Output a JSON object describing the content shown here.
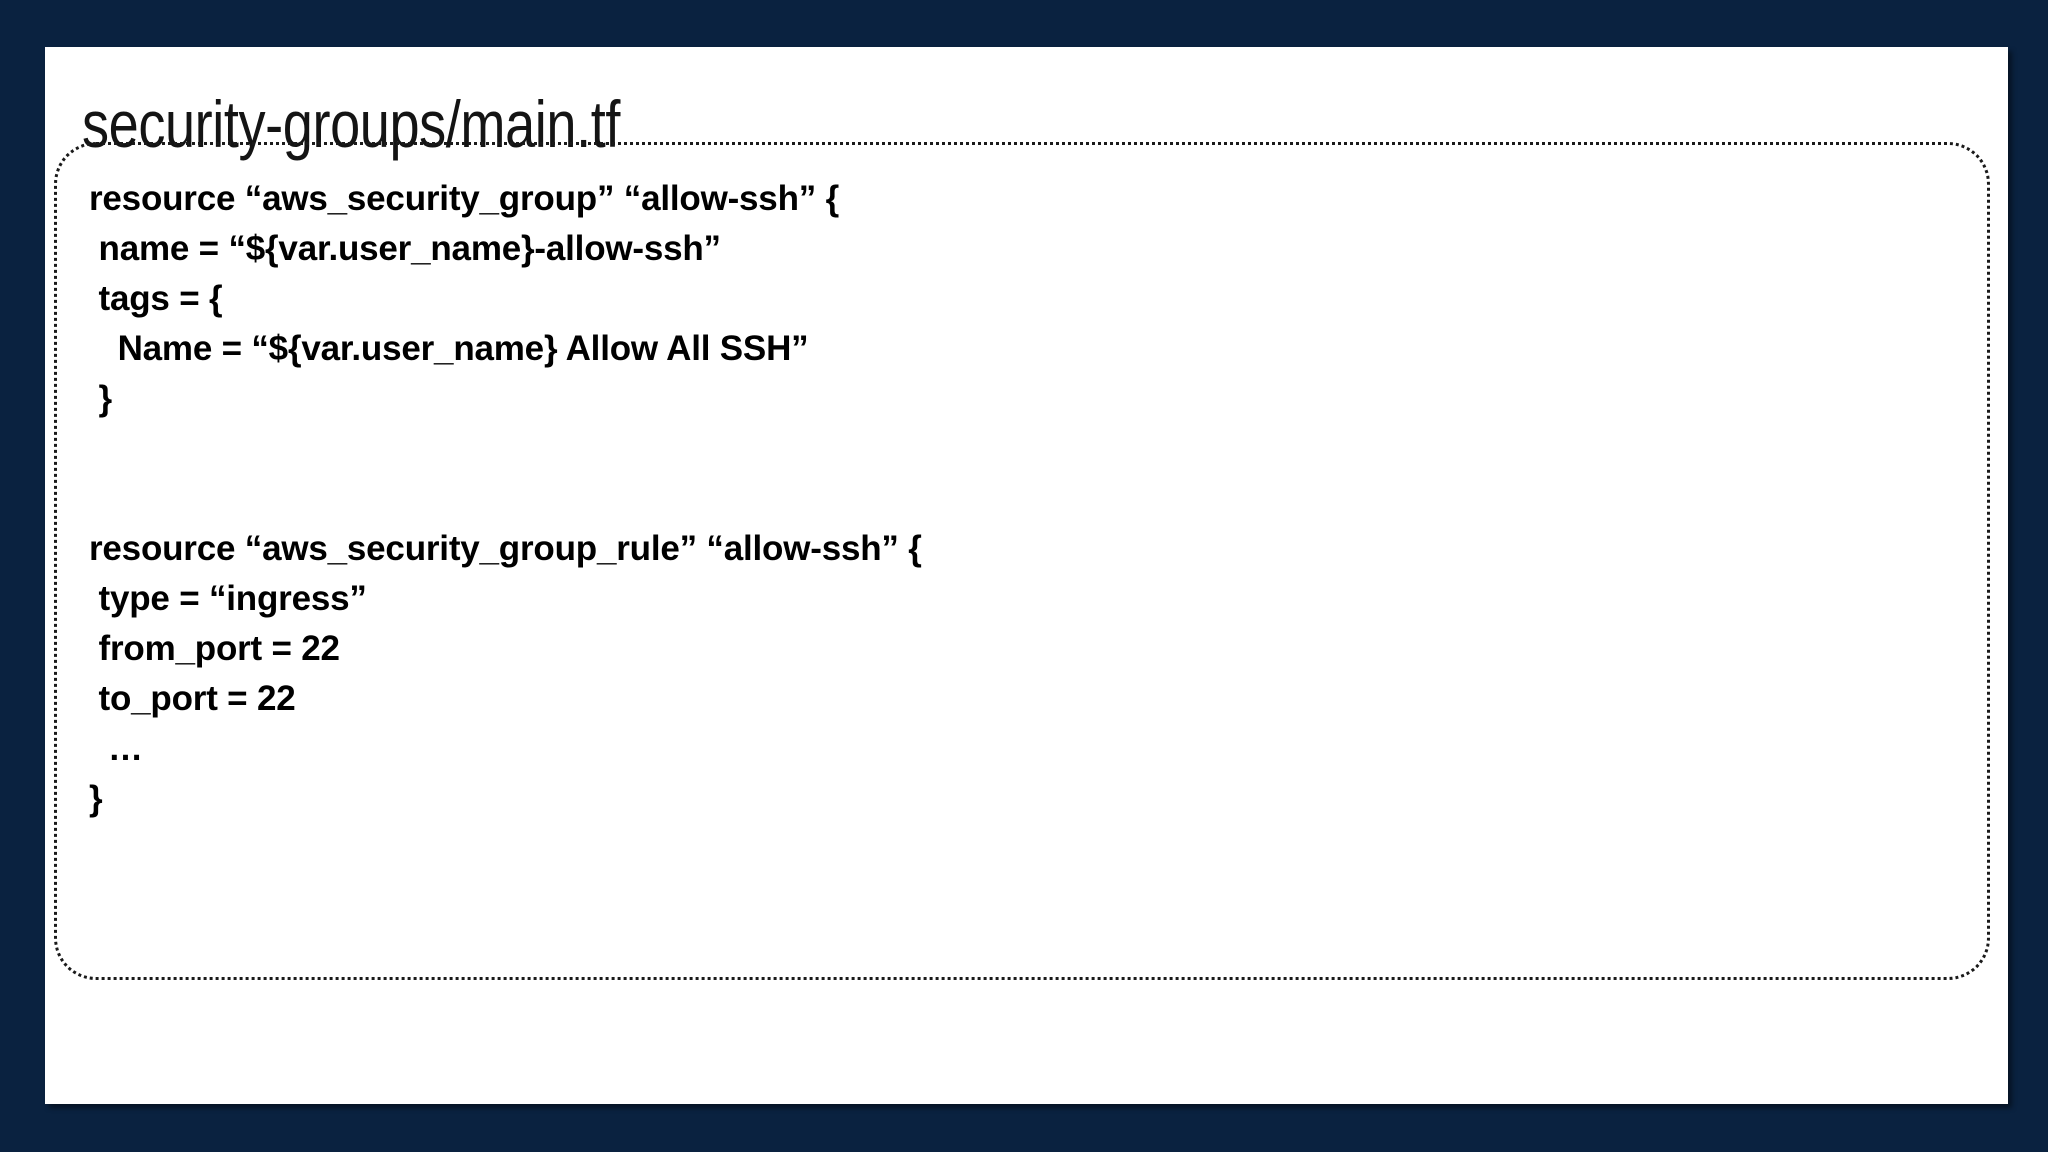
{
  "slide": {
    "background_color": "#0a2240",
    "card_color": "#ffffff",
    "title": "security-groups/main.tf",
    "code_block": {
      "border_style": "dotted",
      "text_color": "#000000",
      "lines": [
        "resource “aws_security_group” “allow-ssh” {",
        " name = “${var.user_name}-allow-ssh”",
        " tags = {",
        "   Name = “${var.user_name} Allow All SSH”",
        " }",
        "",
        "",
        "resource “aws_security_group_rule” “allow-ssh” {",
        " type = “ingress”",
        " from_port = 22",
        " to_port = 22",
        "  …",
        "}"
      ]
    }
  }
}
